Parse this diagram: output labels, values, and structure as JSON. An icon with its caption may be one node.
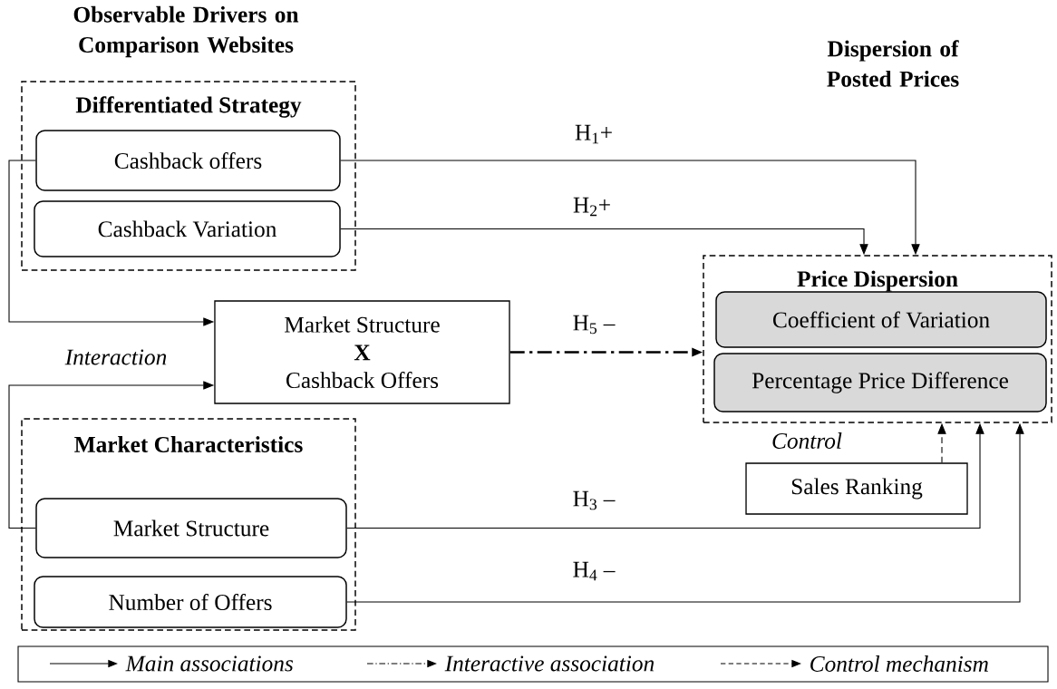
{
  "diagram": {
    "nodes": [
      {
        "text": [
          "Differentiated Strategy"
        ]
      },
      {
        "text": [
          "Cashback offers"
        ],
        "in": 0
      },
      {
        "text": [
          "Cashback Variation"
        ],
        "in": 0
      },
      {
        "text": [
          "Market Structure",
          "X",
          "Cashback Offers"
        ]
      },
      {
        "text": [
          "Price Dispersion"
        ]
      },
      {
        "text": [
          "Coefficient of Variation"
        ],
        "in": 4
      },
      {
        "text": [
          "Percentage Price Difference"
        ],
        "in": 4
      },
      {
        "text": [
          "Sales Ranking"
        ]
      },
      {
        "text": [
          "Market Characteristics"
        ]
      },
      {
        "text": [
          "Market Structure"
        ],
        "in": 8
      },
      {
        "text": [
          "Number of Offers"
        ],
        "in": 8
      }
    ],
    "edges": [
      {
        "from": 1,
        "to": 4,
        "arrow": "to",
        "label": "H$_{1}$+"
      },
      {
        "from": 2,
        "to": 4,
        "arrow": "to",
        "label": "H$_{2}$+"
      },
      {
        "from": 1,
        "to": 3,
        "arrow": "to"
      },
      {
        "from": 9,
        "to": 3,
        "arrow": "to",
        "label": "Interaction"
      },
      {
        "from": 3,
        "to": 4,
        "arrow": "to",
        "label": "H$_{5}$ –",
        "style": "dashed"
      },
      {
        "from": 7,
        "to": 4,
        "arrow": "to",
        "label": "Control",
        "style": "dashed"
      },
      {
        "from": 9,
        "to": 4,
        "arrow": "to",
        "label": "H$_{3}$ –"
      },
      {
        "from": 10,
        "to": 4,
        "arrow": "to",
        "label": "H$_{4}$ –"
      }
    ],
    "labels": [
      "Observable Drivers on Comparison Websites",
      "Dispersion of Posted Prices"
    ],
    "legend": [
      {
        "text": "Main associations"
      },
      {
        "text": "Interactive association"
      },
      {
        "text": "Control mechanism"
      }
    ]
  }
}
